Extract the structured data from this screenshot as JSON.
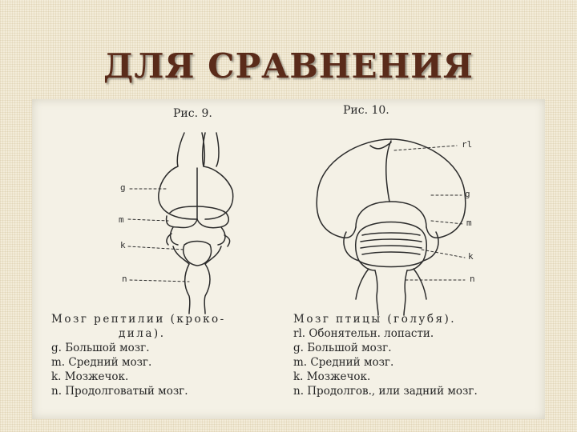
{
  "title": "ДЛЯ СРАВНЕНИЯ",
  "figures": [
    {
      "caption": "Рис. 9.",
      "labels": {
        "g": "g",
        "m": "m",
        "k": "k",
        "n": "n"
      },
      "legend_head_1": "Мозг рептилии (кроко-",
      "legend_head_2": "дила).",
      "legend": [
        "g. Большой мозг.",
        "m. Средний мозг.",
        "k. Мозжечок.",
        "n. Продолговатый мозг."
      ]
    },
    {
      "caption": "Рис. 10.",
      "labels": {
        "rl": "rl",
        "g": "g",
        "m": "m",
        "k": "k",
        "n": "n"
      },
      "legend_head": "Мозг птицы (голубя).",
      "legend": [
        "rl. Обонятельн. лопасти.",
        "g. Большой мозг.",
        "m. Средний мозг.",
        "k. Мозжечок.",
        "n. Продолгов., или задний мозг."
      ]
    }
  ],
  "colors": {
    "title": "#5a2b1a",
    "ink": "#2a2a2a"
  }
}
